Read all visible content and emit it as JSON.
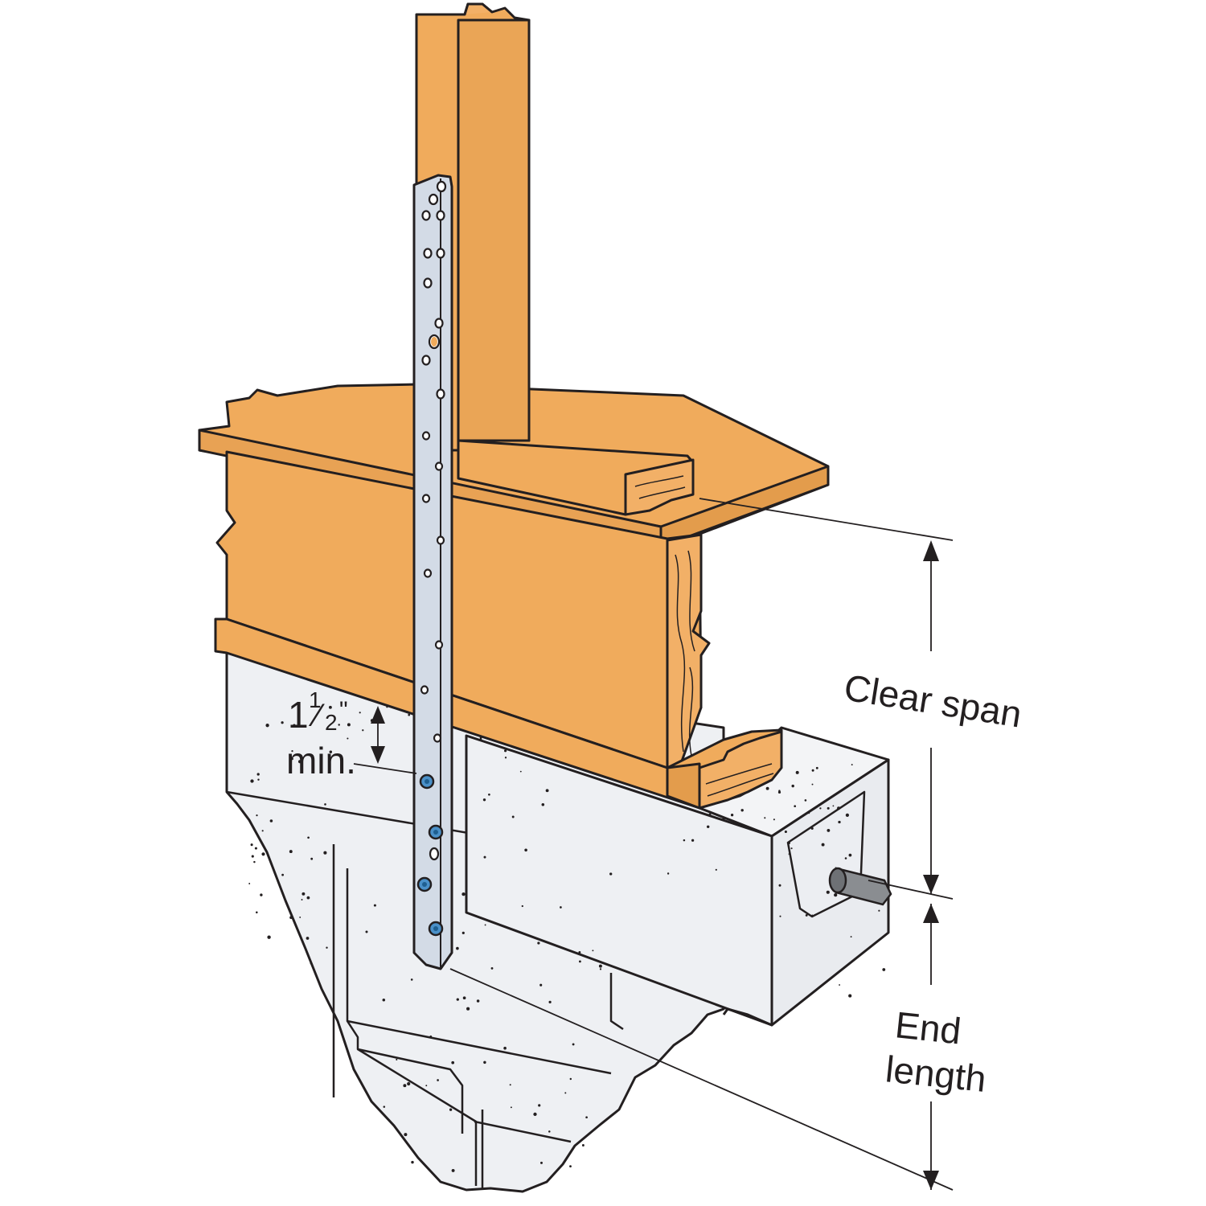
{
  "labels": {
    "min_whole": "1",
    "min_num": "1",
    "min_den": "2",
    "min_unit": "\"",
    "min_word": "min.",
    "clear_span": "Clear span",
    "end_line1": "End",
    "end_line2": "length"
  },
  "colors": {
    "wood": "#f0ab5c",
    "wood_dark": "#e29a48",
    "concrete": "#eef0f3",
    "strap": "#d3dbe6",
    "bolt": "#4a90c8",
    "anchor": "#8a8d91",
    "line": "#231f20"
  }
}
